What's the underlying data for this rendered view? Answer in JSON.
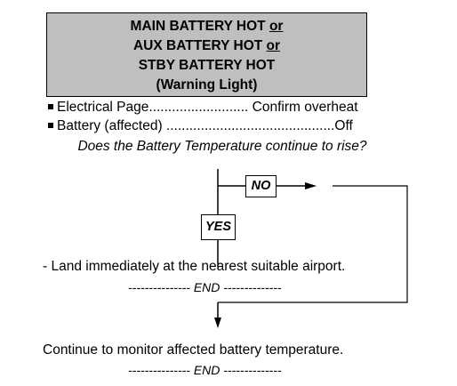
{
  "header": {
    "line1_text": "MAIN BATTERY HOT ",
    "line1_word": "or",
    "line2_text": "AUX BATTERY HOT ",
    "line2_word": "or",
    "line3": "STBY BATTERY HOT",
    "line4": "(Warning Light)"
  },
  "steps": [
    {
      "text": "Electrical Page.......................... Confirm overheat"
    },
    {
      "text": "Battery (affected) ............................................Off"
    }
  ],
  "question": "Does the Battery Temperature continue to rise?",
  "branches": {
    "no_label": "NO",
    "yes_label": "YES"
  },
  "yes_action": "- Land immediately at the nearest suitable airport.",
  "end_label_1": "--------------- END --------------",
  "no_action": "Continue to monitor affected battery temperature.",
  "end_label_2": "--------------- END --------------"
}
